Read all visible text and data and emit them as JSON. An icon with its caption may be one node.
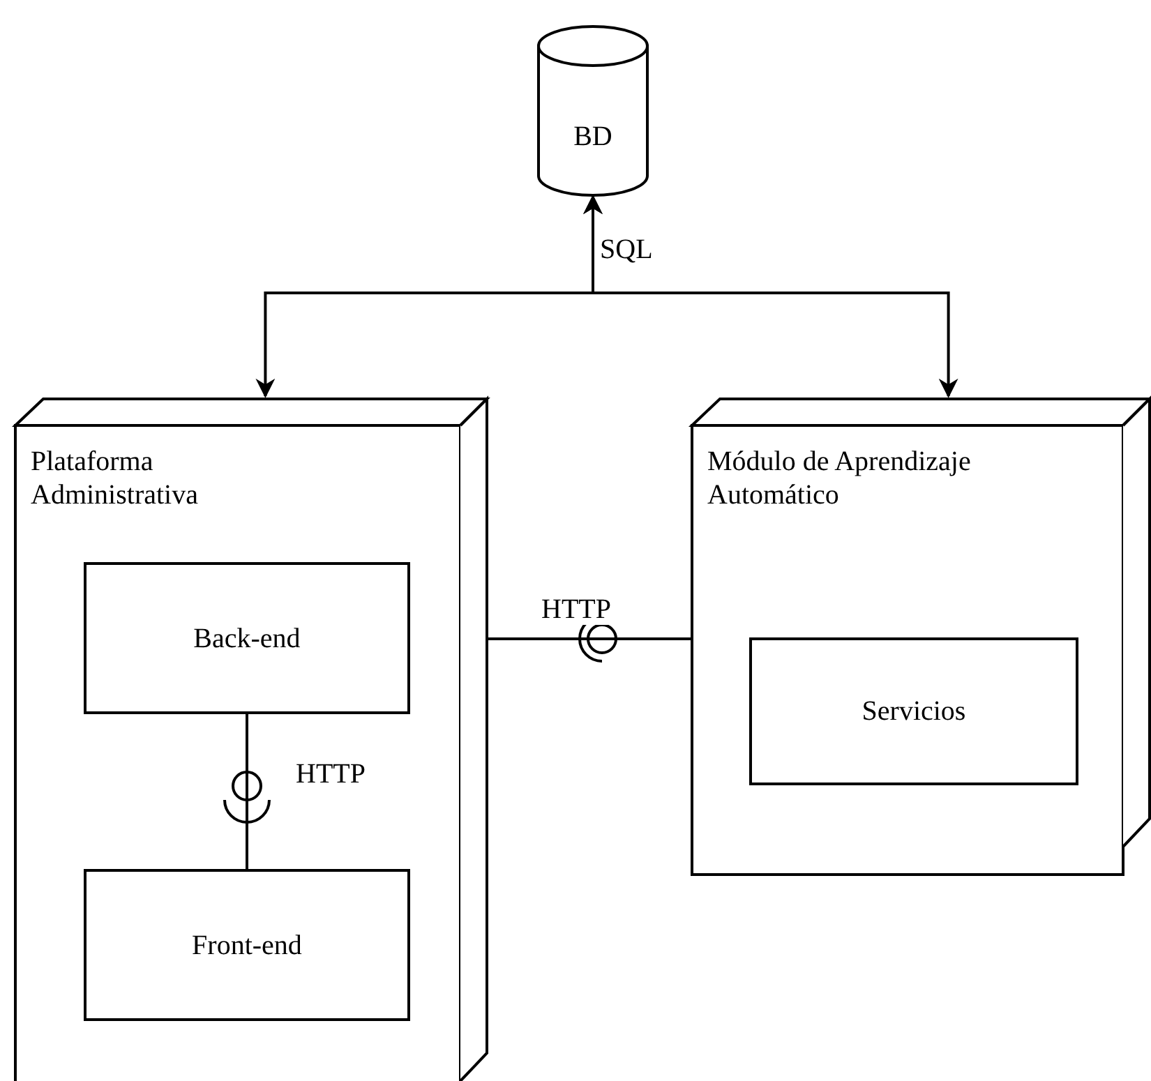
{
  "diagram": {
    "nodes": [
      {
        "text": [
          "BD"
        ]
      },
      {
        "text": [
          "Plataforma Administrativa"
        ]
      },
      {
        "text": [
          "Back-end"
        ],
        "in": 1
      },
      {
        "text": [
          "Front-end"
        ],
        "in": 1
      },
      {
        "text": [
          "Módulo de Aprendizaje Automático"
        ]
      },
      {
        "text": [
          "Servicios"
        ],
        "in": 4
      }
    ],
    "edges": [
      {
        "from": 0,
        "to": 1,
        "arrow": "both",
        "label": "SQL"
      },
      {
        "from": 0,
        "to": 4,
        "arrow": "both"
      },
      {
        "from": 2,
        "to": 3,
        "arrow": "none",
        "label": "HTTP"
      },
      {
        "from": 1,
        "to": 4,
        "arrow": "none",
        "label": "HTTP"
      }
    ]
  }
}
